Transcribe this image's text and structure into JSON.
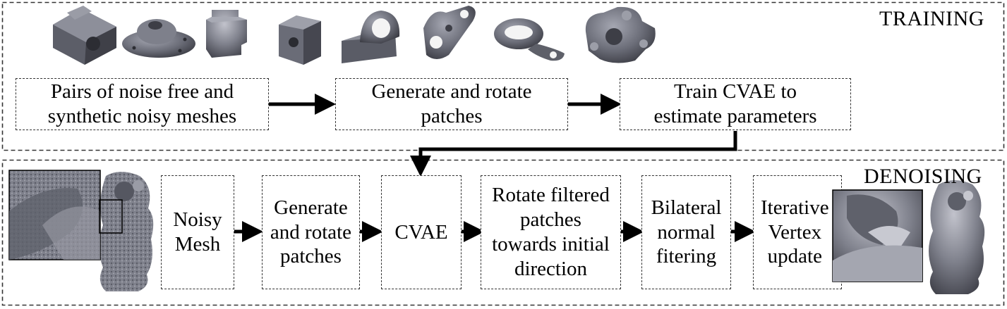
{
  "training": {
    "label": "TRAINING",
    "steps": [
      "Pairs of noise free and\nsynthetic noisy meshes",
      "Generate and rotate\npatches",
      "Train  CVAE to\nestimate parameters"
    ],
    "meshes": [
      "block-mesh",
      "plate-mesh",
      "flat-part-mesh",
      "cube-hole-mesh",
      "bracket-mesh",
      "link-mesh",
      "ring-mesh",
      "gear-mesh"
    ]
  },
  "denoising": {
    "label": "DENOISING",
    "steps": [
      "Noisy\nMesh",
      "Generate\nand rotate\npatches",
      "CVAE",
      "Rotate filtered\npatches\ntowards initial\ndirection",
      "Bilateral\nnormal\nfitering",
      "Iterative\nVertex\nupdate"
    ],
    "input_mesh": "noisy-lion-mesh",
    "output_mesh": "denoised-lion-mesh"
  },
  "colors": {
    "mesh": "#6b6d78",
    "mesh_dark": "#3d3e46",
    "mesh_light": "#a5a7b2",
    "border": "#333333",
    "arrow": "#000000"
  }
}
